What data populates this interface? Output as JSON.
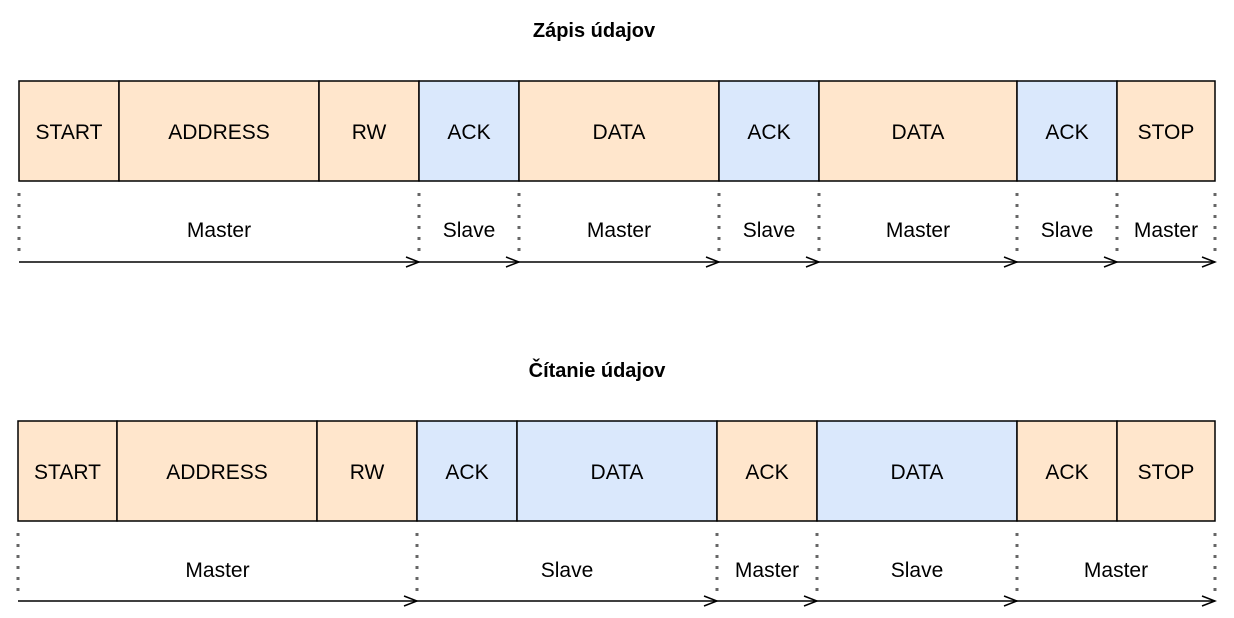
{
  "colors": {
    "master": "#ffe6cc",
    "slave": "#dae8fc",
    "stroke": "#000000",
    "divider": "#666666"
  },
  "diagrams": [
    {
      "title": "Zápis údajov",
      "cells": [
        {
          "label": "START",
          "owner": "master"
        },
        {
          "label": "ADDRESS",
          "owner": "master"
        },
        {
          "label": "RW",
          "owner": "master"
        },
        {
          "label": "ACK",
          "owner": "slave"
        },
        {
          "label": "DATA",
          "owner": "master"
        },
        {
          "label": "ACK",
          "owner": "slave"
        },
        {
          "label": "DATA",
          "owner": "master"
        },
        {
          "label": "ACK",
          "owner": "slave"
        },
        {
          "label": "STOP",
          "owner": "master"
        }
      ],
      "roles": [
        "Master",
        "Slave",
        "Master",
        "Slave",
        "Master",
        "Slave",
        "Master"
      ]
    },
    {
      "title": "Čítanie údajov",
      "cells": [
        {
          "label": "START",
          "owner": "master"
        },
        {
          "label": "ADDRESS",
          "owner": "master"
        },
        {
          "label": "RW",
          "owner": "master"
        },
        {
          "label": "ACK",
          "owner": "slave"
        },
        {
          "label": "DATA",
          "owner": "slave"
        },
        {
          "label": "ACK",
          "owner": "master"
        },
        {
          "label": "DATA",
          "owner": "slave"
        },
        {
          "label": "ACK",
          "owner": "master"
        },
        {
          "label": "STOP",
          "owner": "master"
        }
      ],
      "roles": [
        "Master",
        "Slave",
        "Master",
        "Slave",
        "Master"
      ]
    }
  ]
}
